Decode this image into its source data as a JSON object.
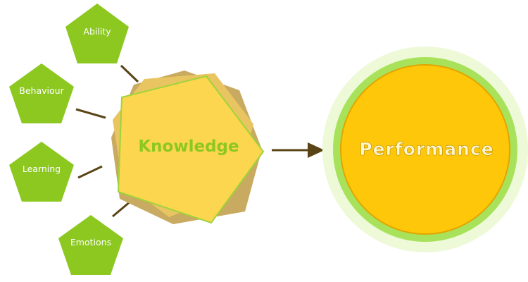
{
  "diagram": {
    "inputs": [
      {
        "id": "ability",
        "label": "Ability"
      },
      {
        "id": "behaviour",
        "label": "Behaviour"
      },
      {
        "id": "learning",
        "label": "Learning"
      },
      {
        "id": "emotions",
        "label": "Emotions"
      }
    ],
    "center": {
      "label": "Knowledge"
    },
    "output": {
      "label": "Performance"
    }
  },
  "colors": {
    "input_fill": "#8cc820",
    "input_text": "#ffffff",
    "connector": "#5a4416",
    "knowledge_back": "#c8aa60",
    "knowledge_mid": "#e8c560",
    "knowledge_front": "#fdd64f",
    "knowledge_stroke": "#9fd43a",
    "knowledge_text": "#8cc820",
    "arrow": "#5a4416",
    "outer_halo": "#eef9d8",
    "ring": "#a8e25a",
    "circle_fill": "#fec70a",
    "circle_stroke": "#e0a600",
    "performance_text": "#fff6d0"
  }
}
